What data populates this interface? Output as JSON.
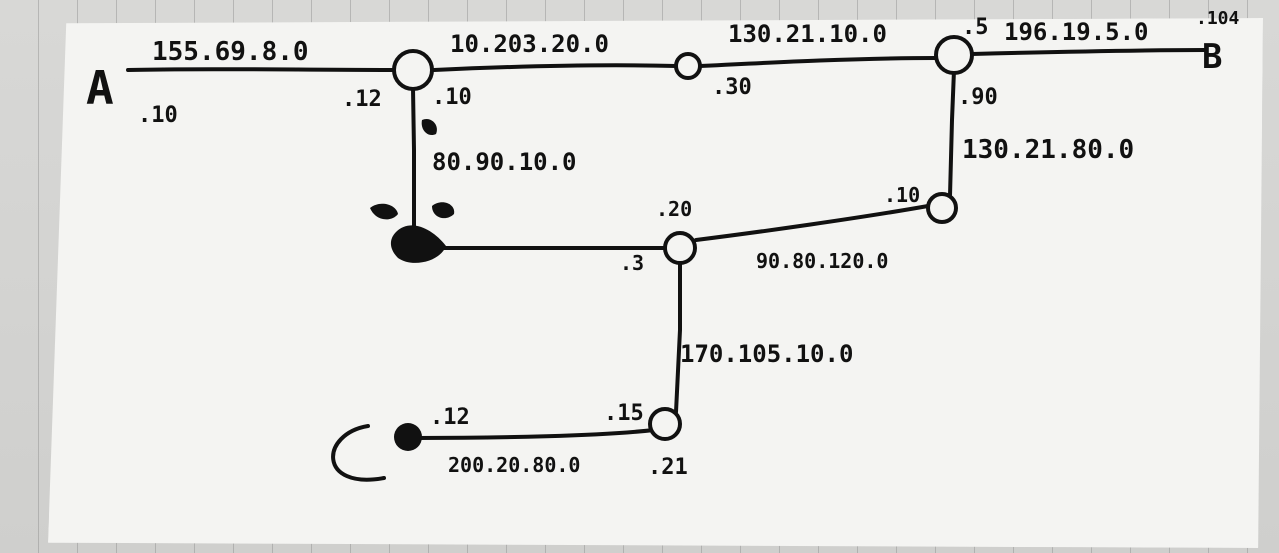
{
  "hosts": {
    "a": "A",
    "b": "B"
  },
  "networks": {
    "n_155": "155.69.8.0",
    "n_10_203": "10.203.20.0",
    "n_130_21_10": "130.21.10.0",
    "n_196": "196.19.5.0",
    "n_80_90": "80.90.10.0",
    "n_130_21_80": "130.21.80.0",
    "n_90_80": "90.80.120.0",
    "n_170": "170.105.10.0",
    "n_200": "200.20.80.0"
  },
  "interfaces": {
    "a_10": ".10",
    "r1_12": ".12",
    "r1_10": ".10",
    "r2_30": ".30",
    "r3_5": ".5",
    "b_104": ".104",
    "r3_90": ".90",
    "r4_10": ".10",
    "r5_20": ".20",
    "r5_3": ".3",
    "r6_15": ".15",
    "r6_21": ".21",
    "c_12": ".12"
  },
  "colors": {
    "ink": "#111111",
    "paper": "#f4f4f2"
  }
}
